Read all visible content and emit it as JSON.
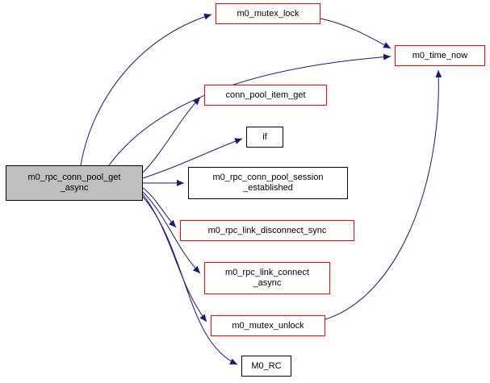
{
  "diagram": {
    "type": "call-graph",
    "colors": {
      "edge": "#191970",
      "link_node_border": "#ff0000",
      "plain_node_border": "#000000",
      "focus_node_fill": "#bfbfbf",
      "node_fill": "#ffffff"
    },
    "nodes": [
      {
        "id": "m0_rpc_conn_pool_get_async",
        "lines": [
          "m0_rpc_conn_pool_get",
          "_async"
        ],
        "kind": "focus"
      },
      {
        "id": "m0_mutex_lock",
        "lines": [
          "m0_mutex_lock"
        ],
        "kind": "link"
      },
      {
        "id": "m0_time_now",
        "lines": [
          "m0_time_now"
        ],
        "kind": "link"
      },
      {
        "id": "conn_pool_item_get",
        "lines": [
          "conn_pool_item_get"
        ],
        "kind": "link"
      },
      {
        "id": "if",
        "lines": [
          "if"
        ],
        "kind": "plain"
      },
      {
        "id": "m0_rpc_conn_pool_session_established",
        "lines": [
          "m0_rpc_conn_pool_session",
          "_established"
        ],
        "kind": "plain"
      },
      {
        "id": "m0_rpc_link_disconnect_sync",
        "lines": [
          "m0_rpc_link_disconnect_sync"
        ],
        "kind": "link"
      },
      {
        "id": "m0_rpc_link_connect_async",
        "lines": [
          "m0_rpc_link_connect",
          "_async"
        ],
        "kind": "link"
      },
      {
        "id": "m0_mutex_unlock",
        "lines": [
          "m0_mutex_unlock"
        ],
        "kind": "link"
      },
      {
        "id": "M0_RC",
        "lines": [
          "M0_RC"
        ],
        "kind": "plain"
      }
    ],
    "edges": [
      {
        "from": "m0_rpc_conn_pool_get_async",
        "to": "m0_mutex_lock"
      },
      {
        "from": "m0_rpc_conn_pool_get_async",
        "to": "m0_time_now"
      },
      {
        "from": "m0_rpc_conn_pool_get_async",
        "to": "conn_pool_item_get"
      },
      {
        "from": "m0_rpc_conn_pool_get_async",
        "to": "if"
      },
      {
        "from": "m0_rpc_conn_pool_get_async",
        "to": "m0_rpc_conn_pool_session_established"
      },
      {
        "from": "m0_rpc_conn_pool_get_async",
        "to": "m0_rpc_link_disconnect_sync"
      },
      {
        "from": "m0_rpc_conn_pool_get_async",
        "to": "m0_rpc_link_connect_async"
      },
      {
        "from": "m0_rpc_conn_pool_get_async",
        "to": "m0_mutex_unlock"
      },
      {
        "from": "m0_rpc_conn_pool_get_async",
        "to": "M0_RC"
      },
      {
        "from": "m0_mutex_lock",
        "to": "m0_time_now"
      },
      {
        "from": "m0_mutex_unlock",
        "to": "m0_time_now"
      }
    ]
  }
}
